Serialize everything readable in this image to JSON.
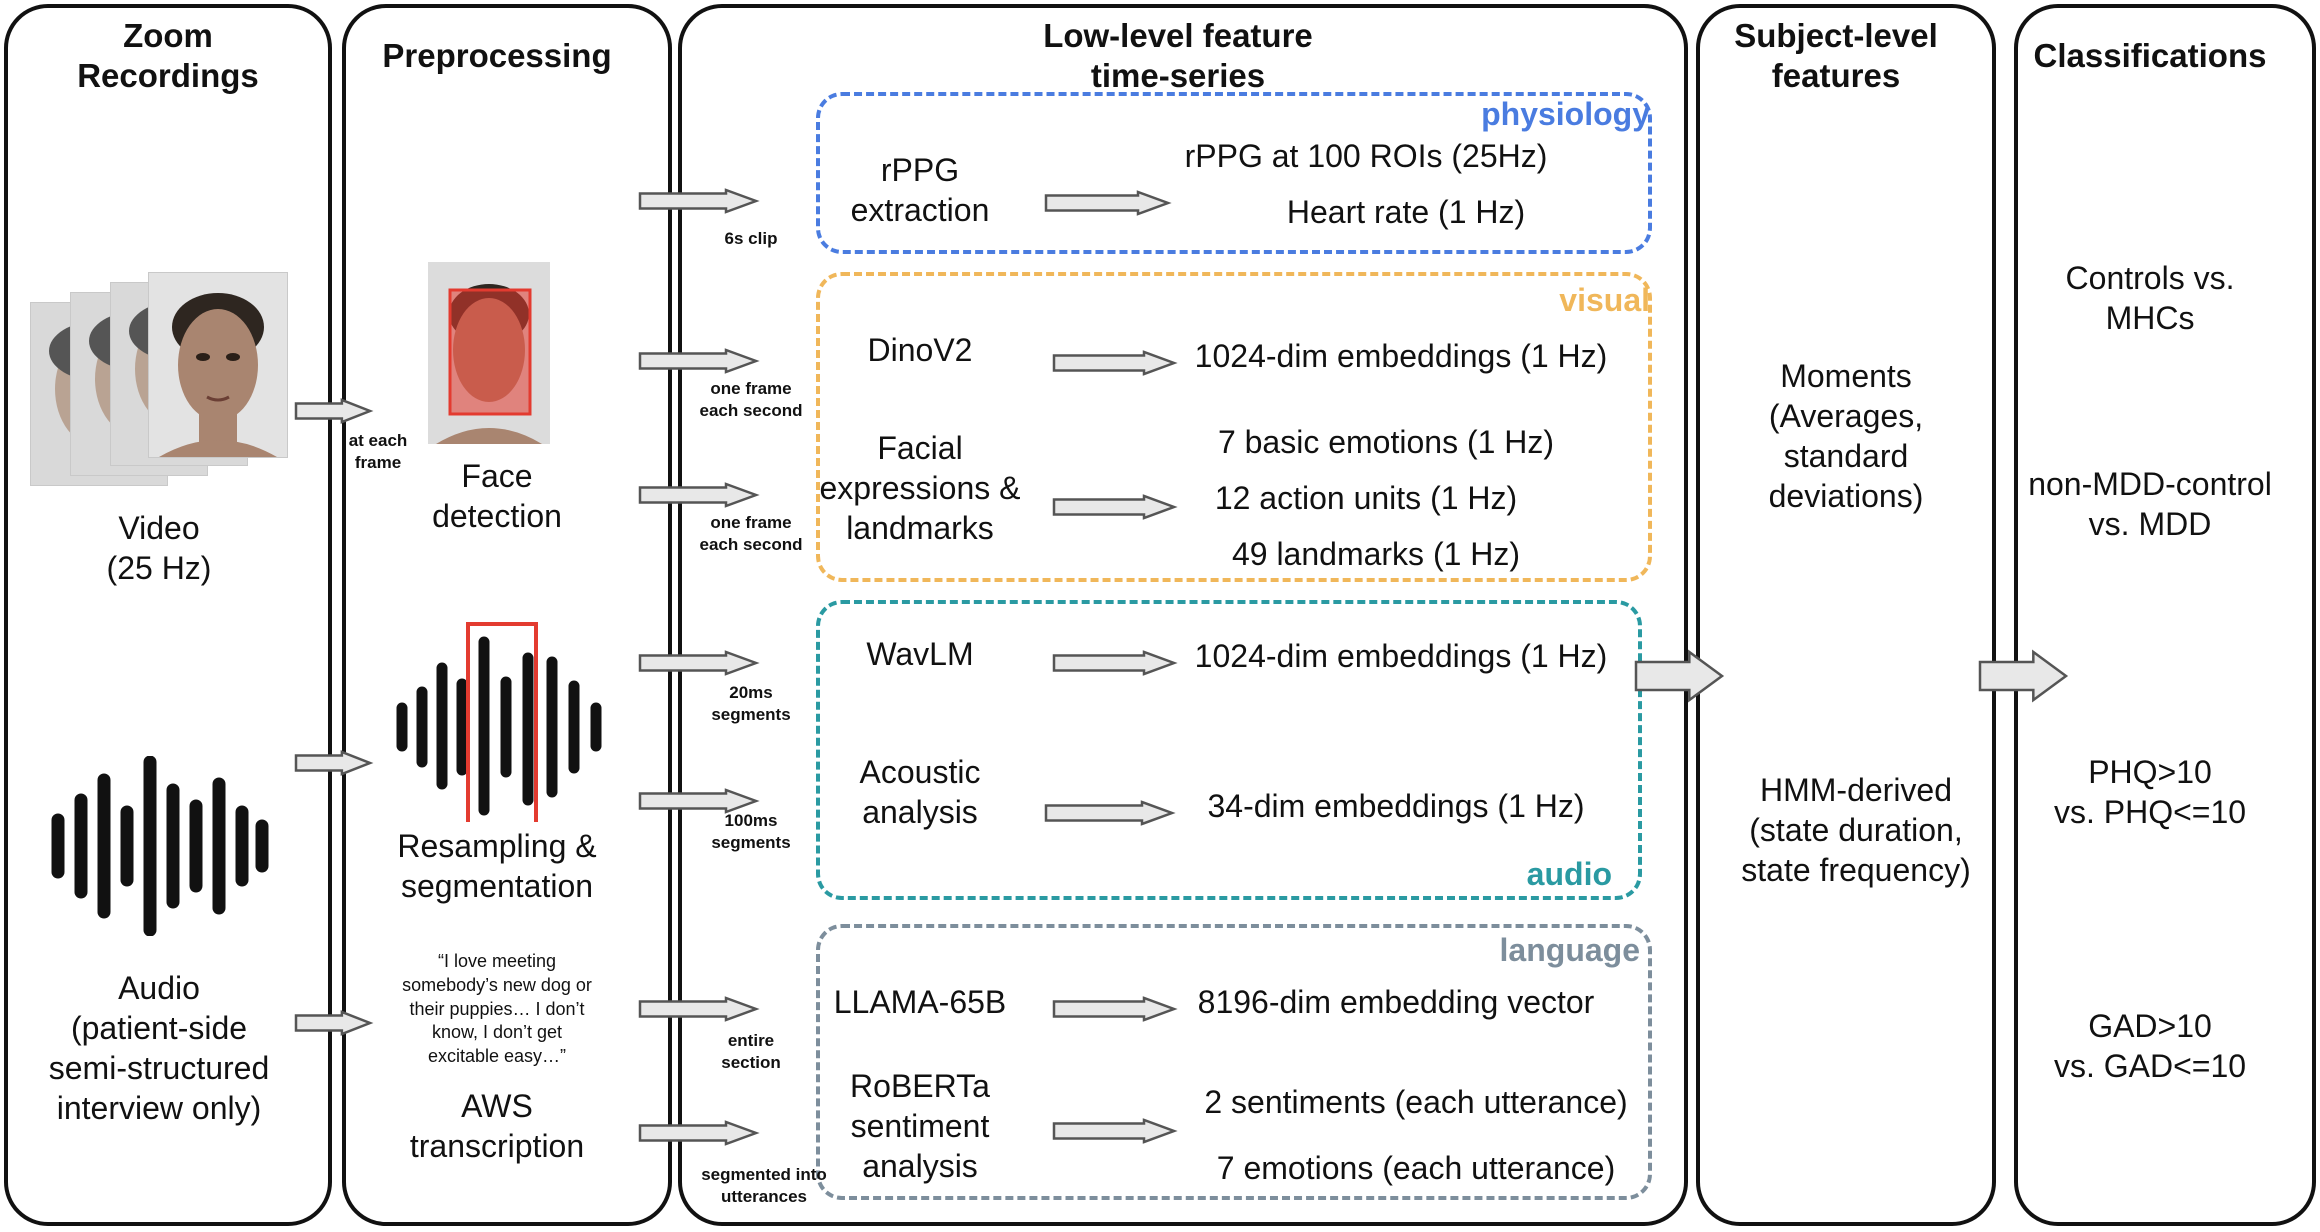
{
  "colors": {
    "physiology": "#4a7ce0",
    "visual": "#f0b75a",
    "audio": "#2a9aa2",
    "language": "#7d8e9c",
    "highlight": "#e33b30",
    "arrow_fill": "#e8e8e8",
    "arrow_stroke": "#555555"
  },
  "columns": {
    "zoom": {
      "title": "Zoom\nRecordings",
      "video_label": "Video\n(25 Hz)",
      "audio_label": "Audio\n(patient-side\nsemi-structured\ninterview only)"
    },
    "preprocessing": {
      "title": "Preprocessing",
      "face_label": "Face\ndetection",
      "resample_label": "Resampling &\nsegmentation",
      "quote": "“I love meeting\nsomebody’s new dog or\ntheir puppies… I don’t\nknow, I don’t get\nexcitable easy…”",
      "aws_label": "AWS\ntranscription"
    },
    "lowlevel": {
      "title": "Low-level feature\ntime-series",
      "physiology": {
        "label": "physiology",
        "method": "rPPG\nextraction",
        "out1": "rPPG at 100 ROIs (25Hz)",
        "out2": "Heart rate (1 Hz)"
      },
      "visual": {
        "label": "visual",
        "method1": "DinoV2",
        "out1": "1024-dim embeddings (1 Hz)",
        "method2": "Facial\nexpressions &\nlandmarks",
        "out2": "7 basic emotions (1 Hz)",
        "out3": "12 action units (1 Hz)",
        "out4": "49 landmarks (1 Hz)"
      },
      "audio": {
        "label": "audio",
        "method1": "WavLM",
        "out1": "1024-dim embeddings (1 Hz)",
        "method2": "Acoustic\nanalysis",
        "out2": "34-dim embeddings (1 Hz)"
      },
      "language": {
        "label": "language",
        "method1": "LLAMA-65B",
        "out1": "8196-dim embedding vector",
        "method2": "RoBERTa\nsentiment\nanalysis",
        "out2": "2 sentiments (each utterance)",
        "out3": "7 emotions (each utterance)"
      }
    },
    "subject": {
      "title": "Subject-level\nfeatures",
      "moments": "Moments\n(Averages,\nstandard\ndeviations)",
      "hmm": "HMM-derived\n(state duration,\nstate frequency)"
    },
    "classifications": {
      "title": "Classifications",
      "items": [
        "Controls vs.\nMHCs",
        "non-MDD-control\nvs. MDD",
        "PHQ>10\nvs. PHQ<=10",
        "GAD>10\nvs. GAD<=10"
      ]
    }
  },
  "arrow_labels": {
    "at_each_frame": "at each\nframe",
    "clip_6s": "6s clip",
    "one_frame_1": "one frame\neach second",
    "one_frame_2": "one frame\neach second",
    "segments_20ms": "20ms\nsegments",
    "segments_100ms": "100ms\nsegments",
    "entire_section": "entire\nsection",
    "segmented_utterances": "segmented into\nutterances"
  },
  "icons": [
    "face-image-stack",
    "face-detection-icon",
    "soundwave-icon",
    "soundwave-segment-icon",
    "right-arrow"
  ]
}
